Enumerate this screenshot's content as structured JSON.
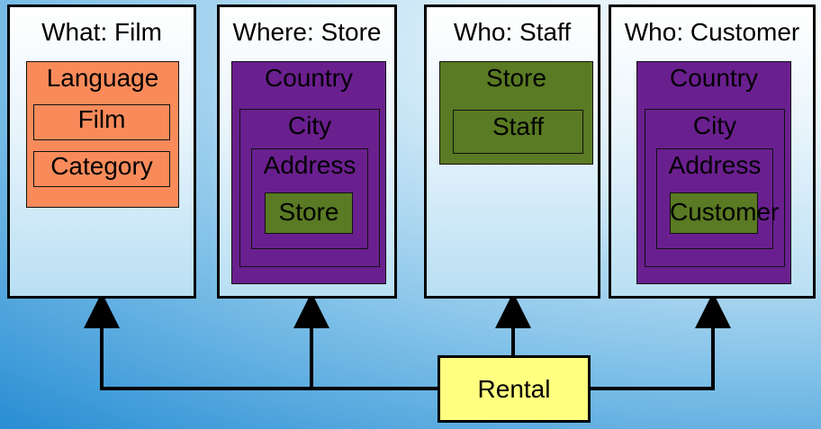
{
  "panels": {
    "film": {
      "title": "What: Film",
      "language": "Language",
      "film": "Film",
      "category": "Category"
    },
    "store": {
      "title": "Where: Store",
      "country": "Country",
      "city": "City",
      "address": "Address",
      "store": "Store"
    },
    "staff": {
      "title": "Who: Staff",
      "store": "Store",
      "staff": "Staff"
    },
    "customer": {
      "title": "Who: Customer",
      "country": "Country",
      "city": "City",
      "address": "Address",
      "customer": "Customer"
    }
  },
  "rental": "Rental",
  "colors": {
    "orange": "#f98b5b",
    "purple": "#6a1f8f",
    "green": "#5a7a23",
    "rental": "#ffff80"
  }
}
